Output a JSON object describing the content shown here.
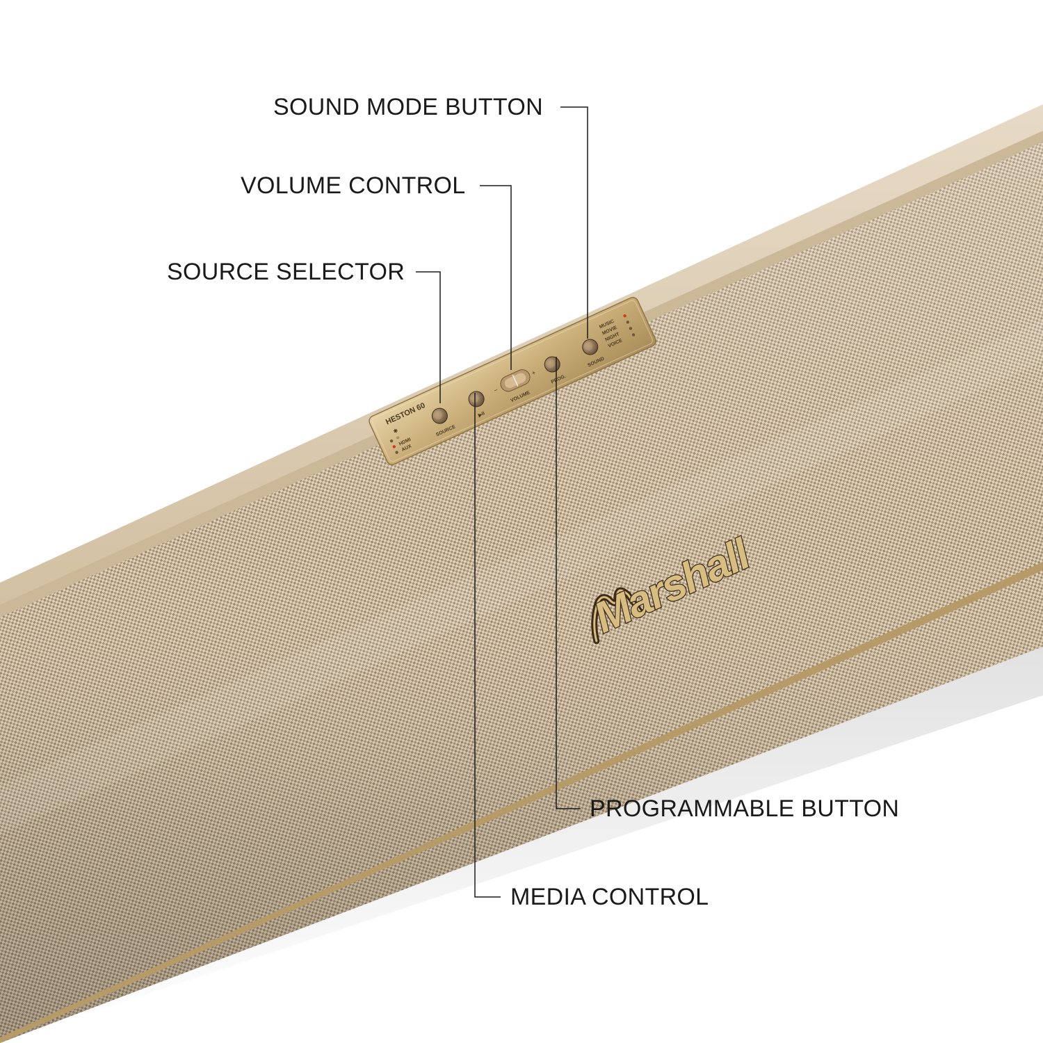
{
  "product": {
    "model_name": "HESTON 60",
    "brand_logo": "Marshall"
  },
  "control_panel": {
    "source_indicators": [
      "HDMI",
      "AUX"
    ],
    "source_label": "SOURCE",
    "media_label": "▶II",
    "volume_label": "VOLUME",
    "volume_minus": "−",
    "volume_plus": "+",
    "prog_label": "PROG.",
    "sound_label": "SOUND",
    "sound_modes": [
      "MUSIC",
      "MOVIE",
      "NIGHT",
      "VOICE"
    ]
  },
  "callouts": {
    "sound_mode_button": "SOUND MODE BUTTON",
    "volume_control": "VOLUME CONTROL",
    "source_selector": "SOURCE SELECTOR",
    "programmable_button": "PROGRAMMABLE BUTTON",
    "media_control": "MEDIA CONTROL"
  },
  "colors": {
    "body": "#d9c8ad",
    "body_shade": "#b9a68a",
    "grille": "#c9b79b",
    "grille_dark": "#8f7a60",
    "brass": "#cdb27e",
    "brass_dark": "#8e7443",
    "led_active": "#d23a1e",
    "leader_line": "#1a1a1a"
  },
  "icons": {
    "bluetooth": "bluetooth-icon",
    "wifi": "wifi-icon"
  }
}
